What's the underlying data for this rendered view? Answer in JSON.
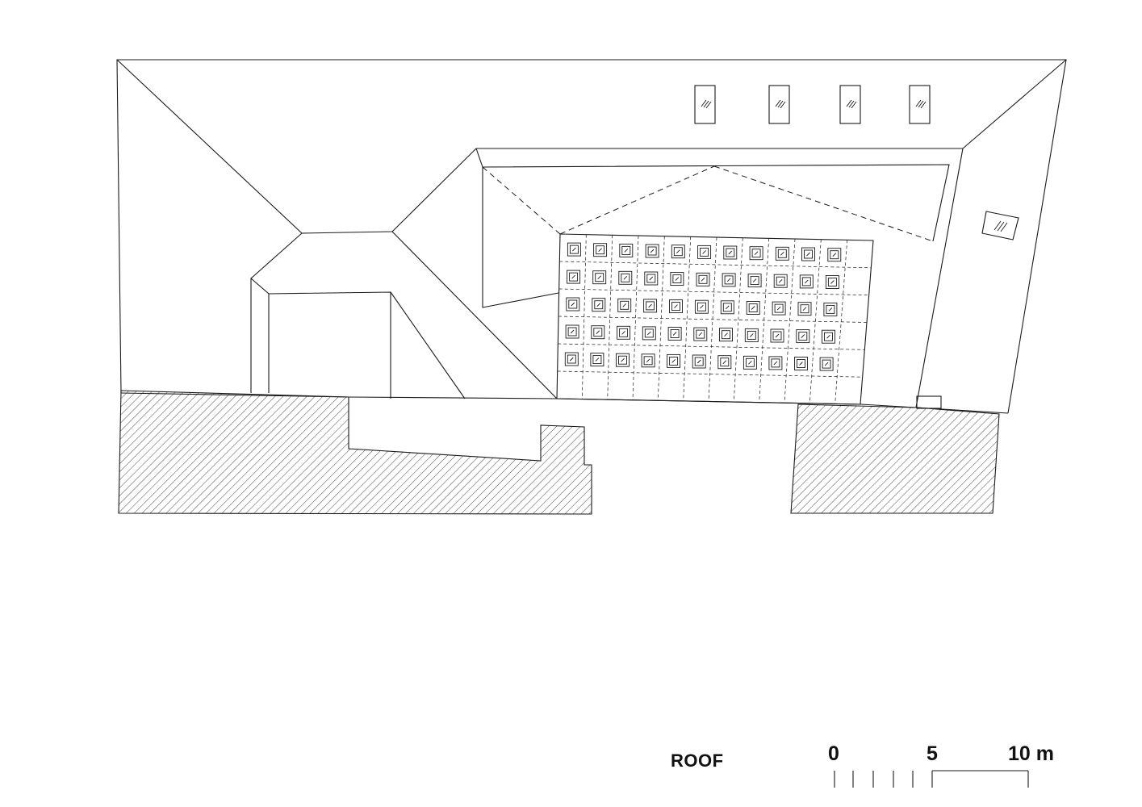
{
  "drawing": {
    "title": "ROOF"
  },
  "scale_bar": {
    "ticks": [
      "0",
      "5",
      "10 m"
    ]
  }
}
